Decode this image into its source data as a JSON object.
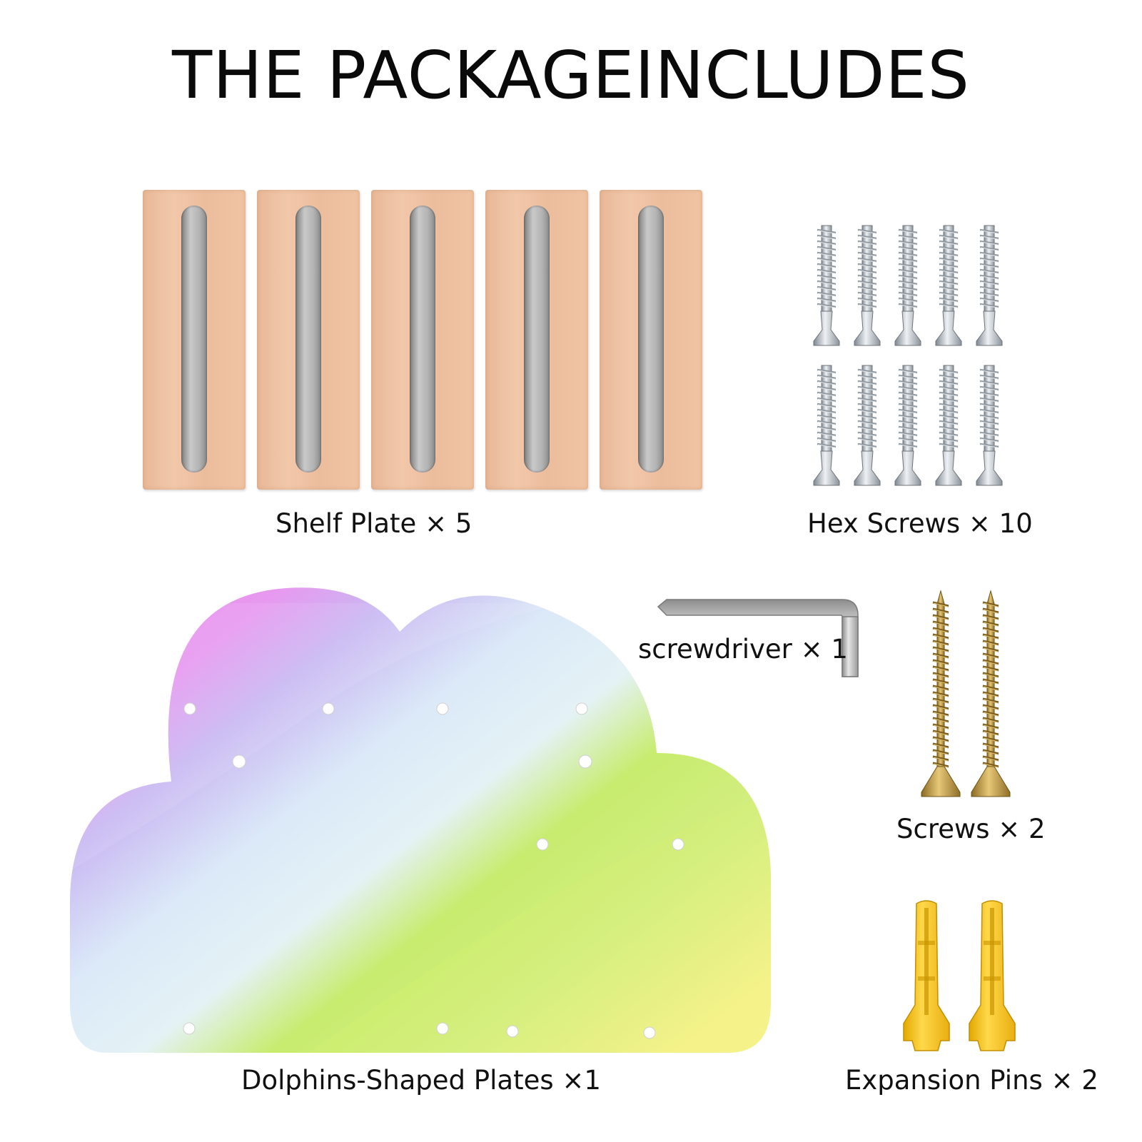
{
  "title": "THE PACKAGEINCLUDES",
  "items": {
    "shelf_plate": {
      "label": "Shelf Plate × 5",
      "count": 5
    },
    "hex_screws": {
      "label": "Hex Screws × 10",
      "count": 10
    },
    "screwdriver": {
      "label": "screwdriver × 1",
      "count": 1
    },
    "screws": {
      "label": "Screws × 2",
      "count": 2
    },
    "cloud_plate": {
      "label": "Dolphins-Shaped Plates ×1",
      "count": 1
    },
    "expansion_pins": {
      "label": "Expansion Pins × 2",
      "count": 2
    }
  },
  "colors": {
    "wood": "#ecbd9d",
    "metal": "#b0b0b0",
    "brass": "#b8913a",
    "pin_yellow": "#f4c21c",
    "cloud_pink": "#f57ee6",
    "cloud_lavender": "#c9b8f2",
    "cloud_blue": "#dbe9f8",
    "cloud_green": "#c7ec6e",
    "cloud_yellow": "#f7f28e"
  },
  "icons": {
    "shelf_plate": "wood-plate-icon",
    "hex_screw": "hex-screw-icon",
    "screwdriver": "allen-key-icon",
    "screw": "wood-screw-icon",
    "cloud": "cloud-plate-icon",
    "pin": "expansion-pin-icon"
  }
}
